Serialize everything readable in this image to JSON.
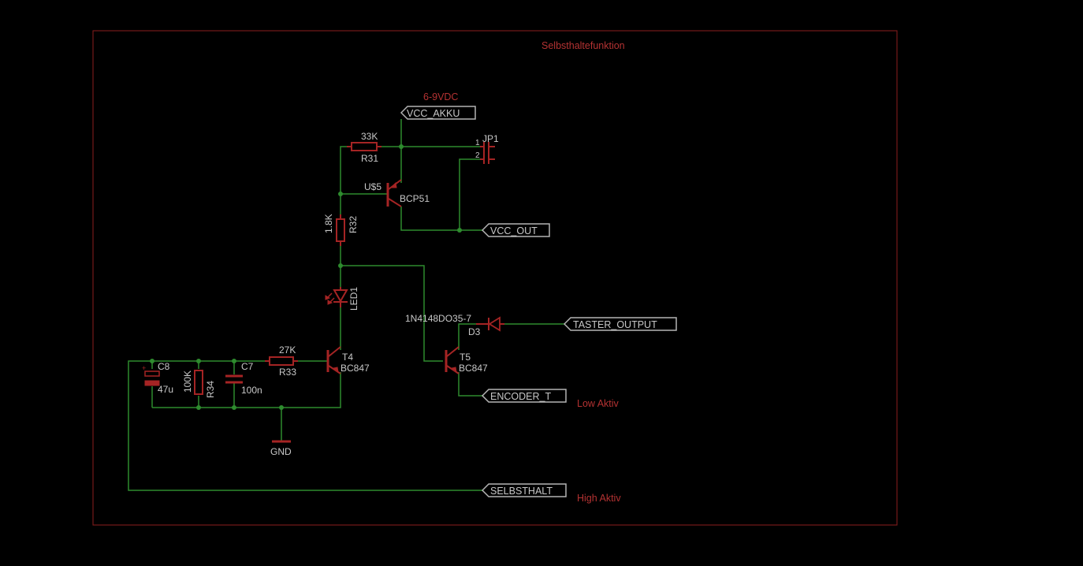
{
  "notes": {
    "title": "Selbsthaltefunktion",
    "supply": "6-9VDC",
    "low_active": "Low Aktiv",
    "high_active": "High Aktiv"
  },
  "nets": {
    "vcc_akku": "VCC_AKKU",
    "vcc_out": "VCC_OUT",
    "taster_output": "TASTER_OUTPUT",
    "encoder_t": "ENCODER_T",
    "selbsthalt": "SELBSTHALT",
    "gnd": "GND"
  },
  "parts": {
    "r31": {
      "name": "R31",
      "value": "33K"
    },
    "r32": {
      "name": "R32",
      "value": "1.8K"
    },
    "r33": {
      "name": "R33",
      "value": "27K"
    },
    "r34": {
      "name": "R34",
      "value": "100K"
    },
    "c7": {
      "name": "C7",
      "value": "100n"
    },
    "c8": {
      "name": "C8",
      "value": "47u"
    },
    "u5": {
      "name": "U$5",
      "value": "BCP51"
    },
    "jp1": {
      "name": "JP1",
      "pin1": "1",
      "pin2": "2"
    },
    "led1": {
      "name": "LED1"
    },
    "d3": {
      "name": "D3",
      "value": "1N4148DO35-7"
    },
    "t4": {
      "name": "T4",
      "value": "BC847"
    },
    "t5": {
      "name": "T5",
      "value": "BC847"
    }
  },
  "colors": {
    "background": "#000000",
    "wire": "#2e8b2e",
    "symbol": "#a52424",
    "frame": "#8b1e1e",
    "text": "#c8c8c8",
    "note": "#b43232"
  }
}
